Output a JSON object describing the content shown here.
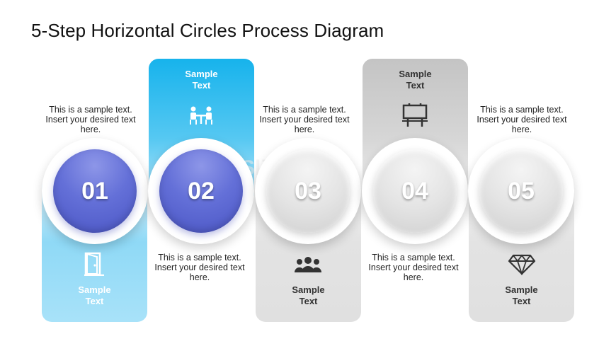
{
  "title": "5-Step Horizontal Circles Process Diagram",
  "watermark": "SlideModel",
  "steps": [
    {
      "number": "01",
      "label": "Sample Text",
      "description": "This is a sample text. Insert your desired text here.",
      "icon": "door-icon",
      "color": "#4a55c4"
    },
    {
      "number": "02",
      "label": "Sample Text",
      "description": "This is a sample text. Insert your desired text here.",
      "icon": "meeting-table-icon",
      "color": "#4a55c4"
    },
    {
      "number": "03",
      "label": "Sample Text",
      "description": "This is a sample text. Insert your desired text here.",
      "icon": "team-icon",
      "color": "#d9d9d9"
    },
    {
      "number": "04",
      "label": "Sample Text",
      "description": "This is a sample text. Insert your desired text here.",
      "icon": "billboard-icon",
      "color": "#d9d9d9"
    },
    {
      "number": "05",
      "label": "Sample Text",
      "description": "This is a sample text. Insert your desired text here.",
      "icon": "diamond-icon",
      "color": "#d9d9d9"
    }
  ],
  "colors": {
    "blue_pillar": "#17b3ec",
    "gray_pillar": "#c4c4c4",
    "blue_circle": "#5d67d2"
  }
}
